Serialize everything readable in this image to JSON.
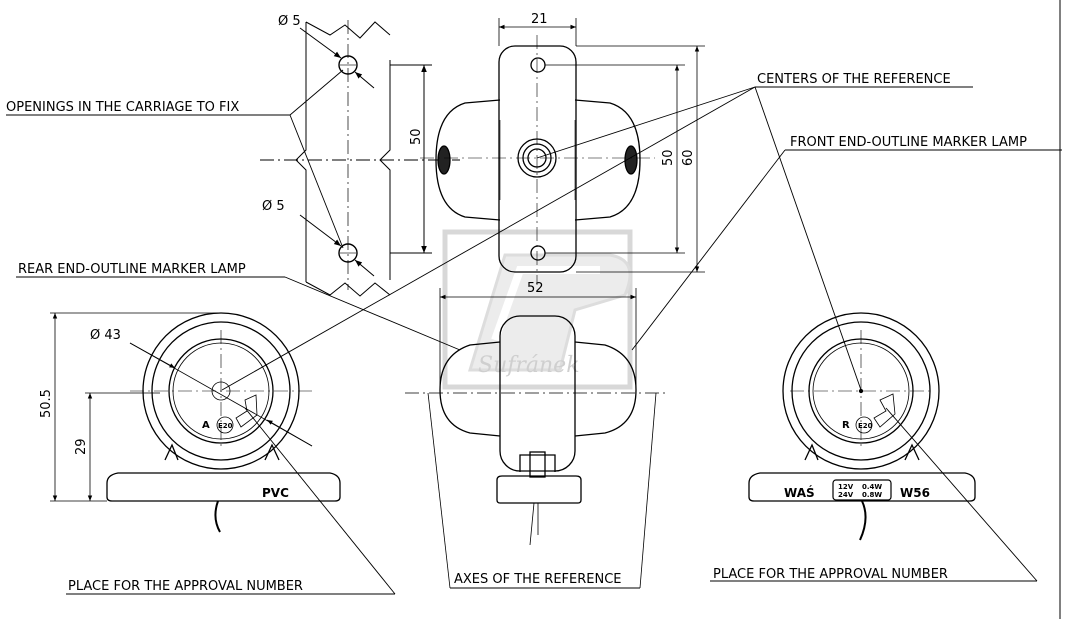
{
  "callouts": {
    "openings": "OPENINGS IN THE CARRIAGE TO FIX",
    "centers": "CENTERS OF THE REFERENCE",
    "front": "FRONT END-OUTLINE MARKER LAMP",
    "rear": "REAR END-OUTLINE MARKER LAMP",
    "approval_left": "PLACE FOR THE APPROVAL NUMBER",
    "axes": "AXES OF THE REFERENCE",
    "approval_right": "PLACE FOR THE APPROVAL NUMBER"
  },
  "dimensions": {
    "hole_top": "Ø 5",
    "hole_bottom": "Ø 5",
    "spacing_50_left": "50",
    "width_21": "21",
    "spacing_50_mid": "50",
    "height_60": "60",
    "width_52": "52",
    "lens_43": "Ø 43",
    "height_50_5": "50.5",
    "height_29": "29"
  },
  "markings": {
    "pvc": "PVC",
    "was": "WAŚ",
    "w56": "W56",
    "v12": "12V",
    "v24": "24V",
    "w04": "0.4W",
    "w08": "0.8W",
    "approval_mark": "E20",
    "approval_prefix_left": "A",
    "approval_prefix_right": "R"
  },
  "watermark": {
    "text": "Sufránek"
  }
}
